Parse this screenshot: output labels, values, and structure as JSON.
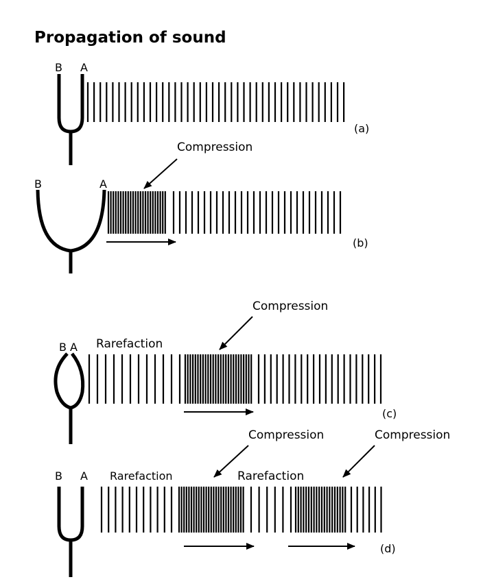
{
  "title": "Propagation of sound",
  "fork_labels": {
    "left": "B",
    "right": "A"
  },
  "panels": [
    {
      "id": "a",
      "label": "(a)",
      "annotations": []
    },
    {
      "id": "b",
      "label": "(b)",
      "annotations": [
        "Compression"
      ]
    },
    {
      "id": "c",
      "label": "(c)",
      "annotations": [
        "Compression",
        "Rarefaction"
      ]
    },
    {
      "id": "d",
      "label": "(d)",
      "annotations": [
        "Compression",
        "Compression",
        "Rarefaction",
        "Rarefaction"
      ]
    }
  ]
}
